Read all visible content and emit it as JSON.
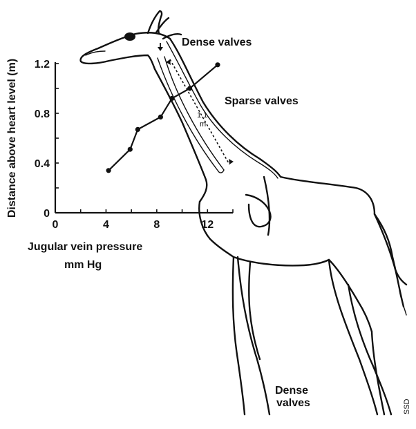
{
  "labels": {
    "top_valves": "Dense valves",
    "mid_valves": "Sparse valves",
    "bottom_valves_line1": "Dense",
    "bottom_valves_line2": "valves",
    "length": "1.1",
    "length_unit": "m",
    "signature": "SSD"
  },
  "chart_data": {
    "type": "line",
    "xlabel": "Jugular vein pressure",
    "xlabel_unit": "mm Hg",
    "ylabel": "Distance above heart level (m)",
    "xlim": [
      0,
      14
    ],
    "ylim": [
      0,
      1.2
    ],
    "x_ticks": [
      "0",
      "4",
      "8",
      "12"
    ],
    "y_ticks": [
      "0",
      "0.4",
      "0.8",
      "1.2"
    ],
    "grid": false,
    "series": [
      {
        "x": [
          4.2,
          5.9,
          6.5,
          8.3,
          9.2,
          10.6,
          12.8
        ],
        "y": [
          0.34,
          0.51,
          0.67,
          0.77,
          0.92,
          1.0,
          1.19
        ]
      }
    ]
  },
  "colors": {
    "ink": "#111111",
    "background": "#ffffff"
  }
}
